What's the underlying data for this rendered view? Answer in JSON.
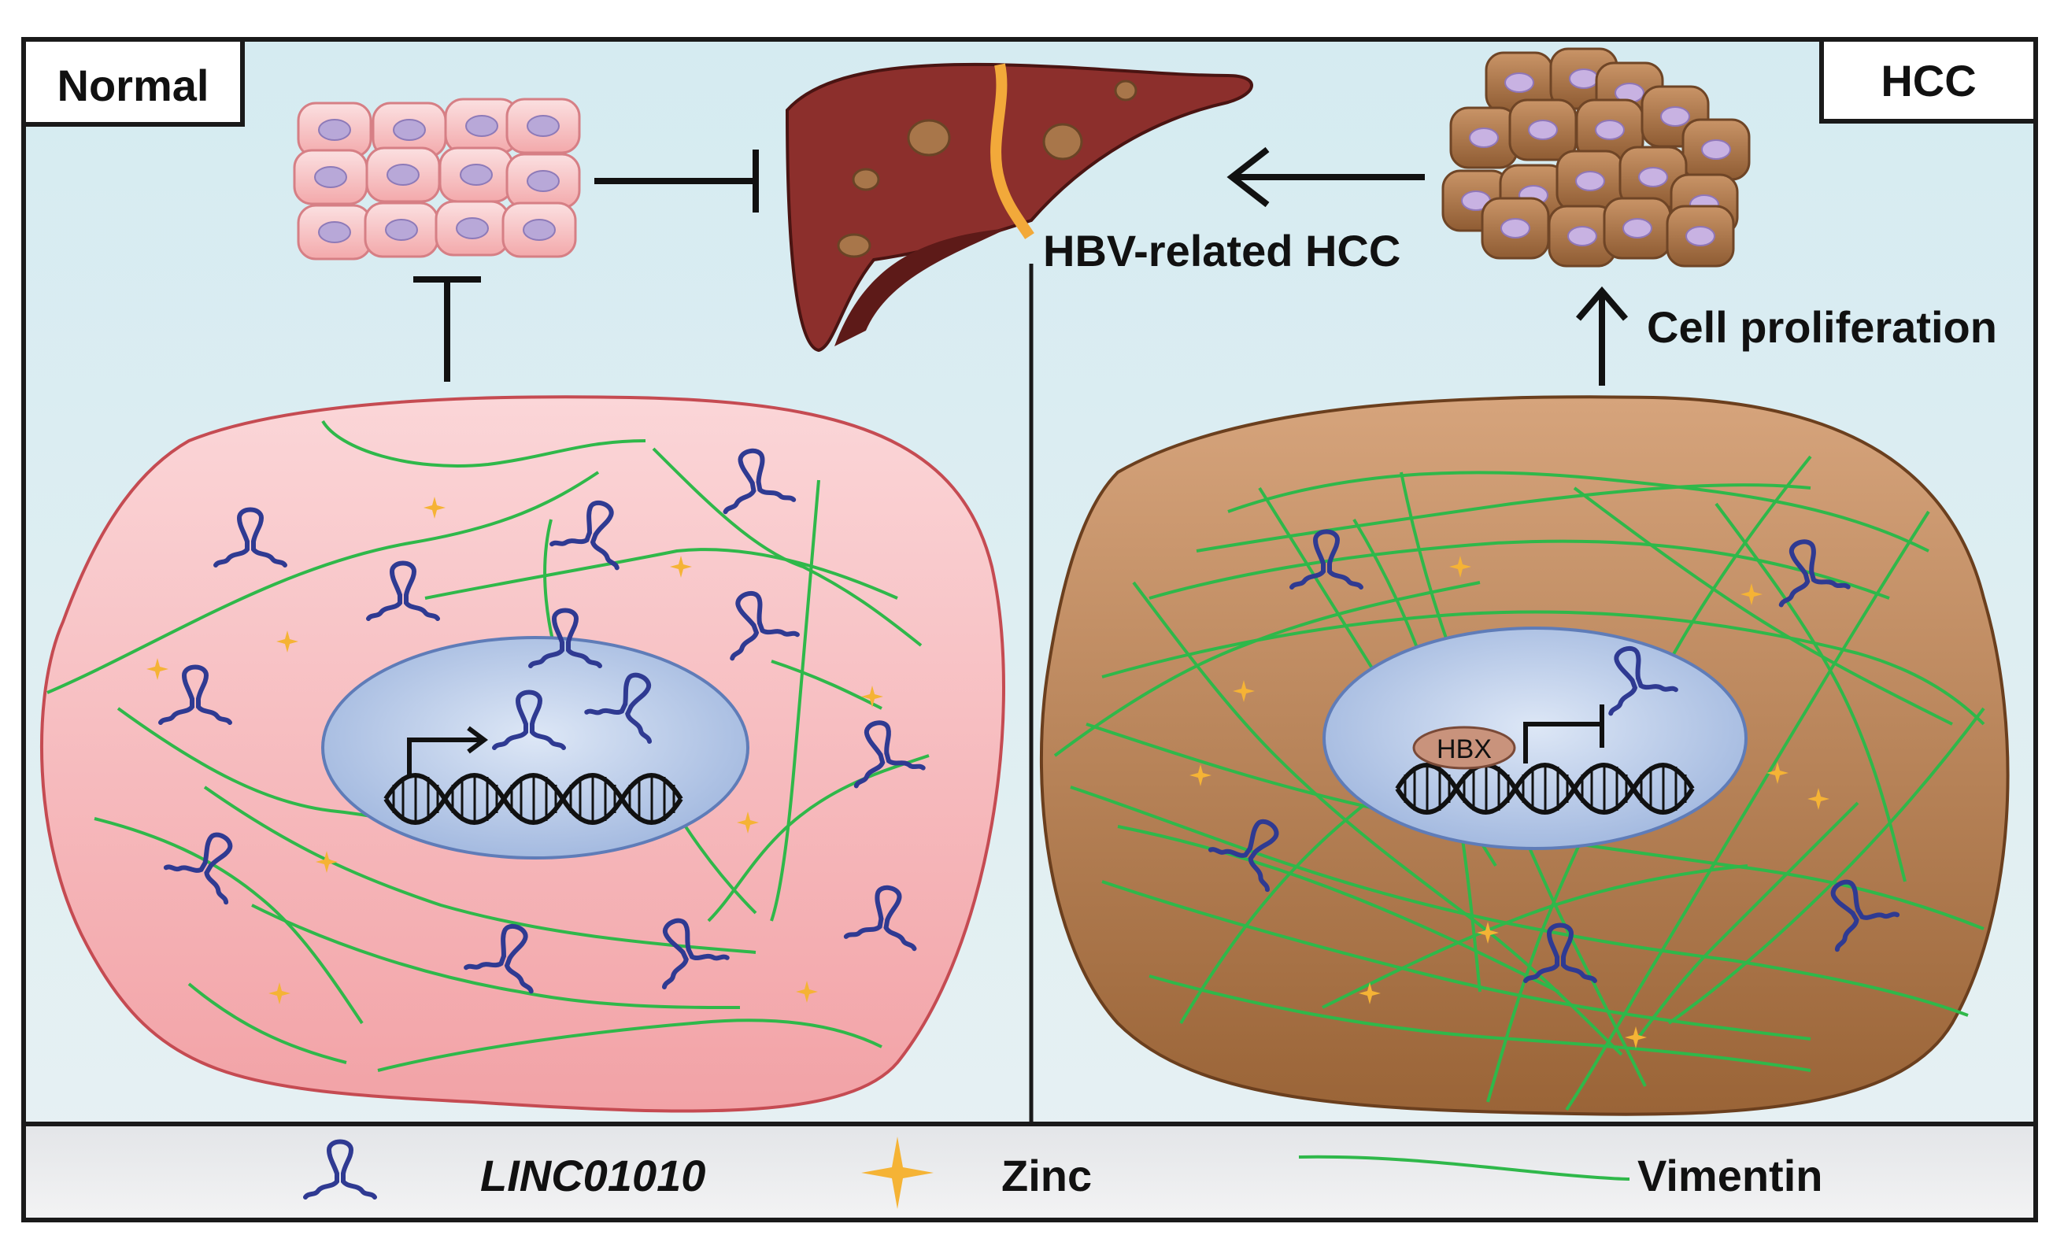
{
  "panels": {
    "left_label": "Normal",
    "right_label": "HCC"
  },
  "labels": {
    "hbv_hcc": "HBV-related HCC",
    "cell_proliferation": "Cell proliferation",
    "hbx": "HBX"
  },
  "legend": {
    "linc": "LINC01010",
    "zinc": "Zinc",
    "vimentin": "Vimentin"
  },
  "colors": {
    "background_top": "#d7ecf2",
    "background_bottom": "#e6f1f4",
    "normal_cell": "#f6c4c6",
    "hcc_cell": "#b47a4c",
    "nucleus": "#b9cbe8",
    "liver": "#8c2f2c",
    "vimentin": "#2fb84a",
    "zinc": "#f5b335",
    "linc": "#2f3a92"
  }
}
